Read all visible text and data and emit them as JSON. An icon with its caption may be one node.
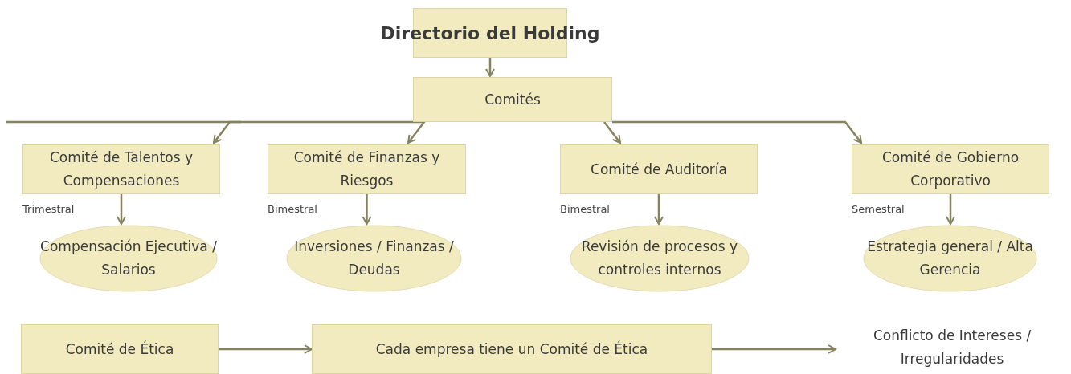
{
  "diagram": {
    "nodes": [
      {
        "text": [
          "Directorio del Holding"
        ]
      },
      {
        "text": [
          "Comités"
        ]
      },
      {
        "text": [
          "Comité de Talentos y Compensaciones"
        ],
        "beside": [
          "Trimestral"
        ]
      },
      {
        "text": [
          "Comité de Finanzas y Riesgos"
        ],
        "beside": [
          "Bimestral"
        ]
      },
      {
        "text": [
          "Comité de Auditoría"
        ],
        "beside": [
          "Bimestral"
        ]
      },
      {
        "text": [
          "Comité de Gobierno Corporativo"
        ],
        "beside": [
          "Semestral"
        ]
      },
      {
        "text": [
          "Compensación Ejecutiva / Salarios"
        ]
      },
      {
        "text": [
          "Inversiones / Finanzas / Deudas"
        ]
      },
      {
        "text": [
          "Revisión de procesos y controles internos"
        ]
      },
      {
        "text": [
          "Estrategia general / Alta Gerencia"
        ]
      },
      {
        "text": [
          "Comité de Ética"
        ]
      },
      {
        "text": [
          "Cada empresa tiene un Comité de Ética"
        ]
      },
      {
        "text": [
          "Conflicto de Intereses / Irregularidades"
        ]
      }
    ],
    "edges": [
      {
        "from": 0,
        "to": 1,
        "arrow": "to"
      },
      {
        "from": 1,
        "to": 2,
        "arrow": "to"
      },
      {
        "from": 1,
        "to": 3,
        "arrow": "to"
      },
      {
        "from": 1,
        "to": 4,
        "arrow": "to"
      },
      {
        "from": 1,
        "to": 5,
        "arrow": "to"
      },
      {
        "from": 2,
        "to": 6,
        "arrow": "to"
      },
      {
        "from": 3,
        "to": 7,
        "arrow": "to"
      },
      {
        "from": 4,
        "to": 8,
        "arrow": "to"
      },
      {
        "from": 5,
        "to": 9,
        "arrow": "to"
      },
      {
        "from": 10,
        "to": 11,
        "arrow": "to"
      },
      {
        "from": 11,
        "to": 12,
        "arrow": "to"
      }
    ]
  }
}
